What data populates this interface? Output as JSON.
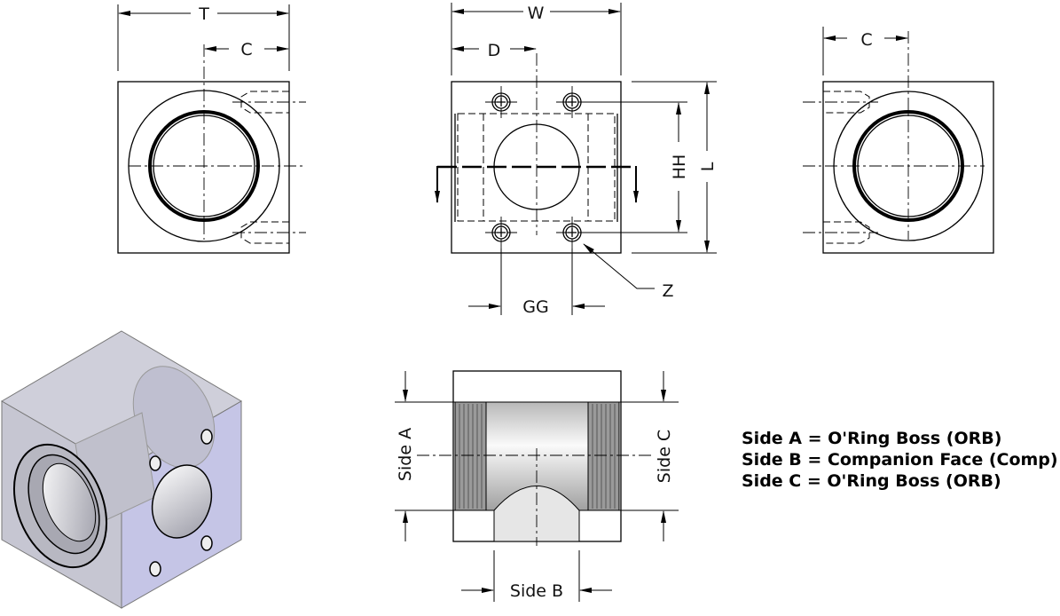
{
  "front_left_view": {
    "dim_t": "T",
    "dim_c": "C"
  },
  "center_view": {
    "dim_w": "W",
    "dim_d": "D",
    "dim_hh": "HH",
    "dim_l": "L",
    "dim_gg": "GG",
    "dim_z": "Z"
  },
  "right_view": {
    "dim_c": "C"
  },
  "section_view": {
    "side_a": "Side A",
    "side_b": "Side B",
    "side_c": "Side C"
  },
  "legend": {
    "lines": [
      "Side A = O'Ring Boss (ORB)",
      "Side B = Companion Face (Comp)",
      "Side C = O'Ring Boss (ORB)"
    ]
  },
  "colors": {
    "isometric_fill": "#c9c9d6",
    "isometric_face": "#c4c4e6"
  }
}
